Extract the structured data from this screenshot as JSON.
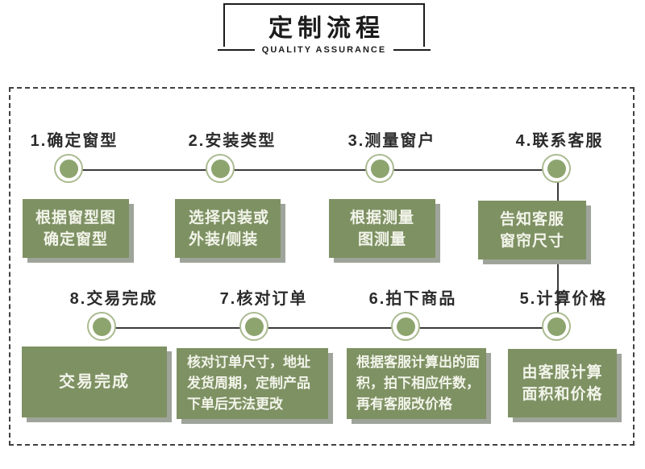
{
  "header": {
    "title": "定制流程",
    "subtitle": "QUALITY ASSURANCE"
  },
  "colors": {
    "box_green": "#7e9163",
    "node_green": "#8da46f",
    "node_ring": "#aaba90",
    "shadow_gray": "#9fa49a",
    "line_dark": "#3b3b3b",
    "ink": "#1c1c1c",
    "box_text": "#f2f4ea"
  },
  "steps": [
    {
      "label": "1.确定窗型",
      "lines": [
        "根据窗型图",
        "确定窗型"
      ]
    },
    {
      "label": "2.安装类型",
      "lines": [
        "选择内装或",
        "外装/侧装"
      ]
    },
    {
      "label": "3.测量窗户",
      "lines": [
        "根据测量",
        "图测量"
      ]
    },
    {
      "label": "4.联系客服",
      "lines": [
        "告知客服",
        "窗帘尺寸"
      ]
    },
    {
      "label": "5.计算价格",
      "lines": [
        "由客服计算",
        "面积和价格"
      ]
    },
    {
      "label": "6.拍下商品",
      "lines": [
        "根据客服计算出的面",
        "积，拍下相应件数，",
        "再有客服改价格"
      ]
    },
    {
      "label": "7.核对订单",
      "lines": [
        "核对订单尺寸，地址",
        "发货周期，定制产品",
        "下单后无法更改"
      ]
    },
    {
      "label": "8.交易完成",
      "lines": [
        "交易完成"
      ]
    }
  ]
}
